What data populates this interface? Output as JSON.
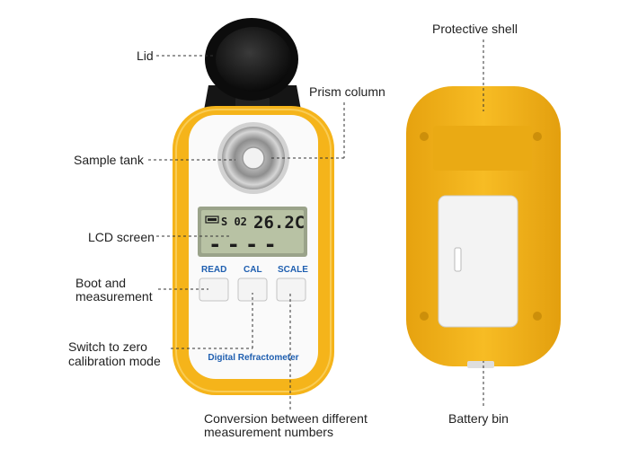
{
  "device": {
    "lcd": {
      "code": "S 02",
      "temperature": "26.2C",
      "reading": "----"
    },
    "buttons": [
      {
        "label": "READ"
      },
      {
        "label": "CAL"
      },
      {
        "label": "SCALE"
      }
    ],
    "brand": "Digital Refractometer"
  },
  "callouts": {
    "lid": "Lid",
    "prism_column": "Prism column",
    "sample_tank": "Sample tank",
    "lcd_screen": "LCD screen",
    "boot_line1": "Boot and",
    "boot_line2": "measurement",
    "zero_line1": "Switch to zero",
    "zero_line2": "calibration mode",
    "conversion_line1": "Conversion between different",
    "conversion_line2": "measurement numbers",
    "protective_shell": "Protective shell",
    "battery_bin": "Battery bin"
  },
  "colors": {
    "shell_yellow": "#f5b41a",
    "lid_black": "#111111",
    "lcd_green": "#b8c2a4",
    "button_text_blue": "#1f5fb0"
  }
}
